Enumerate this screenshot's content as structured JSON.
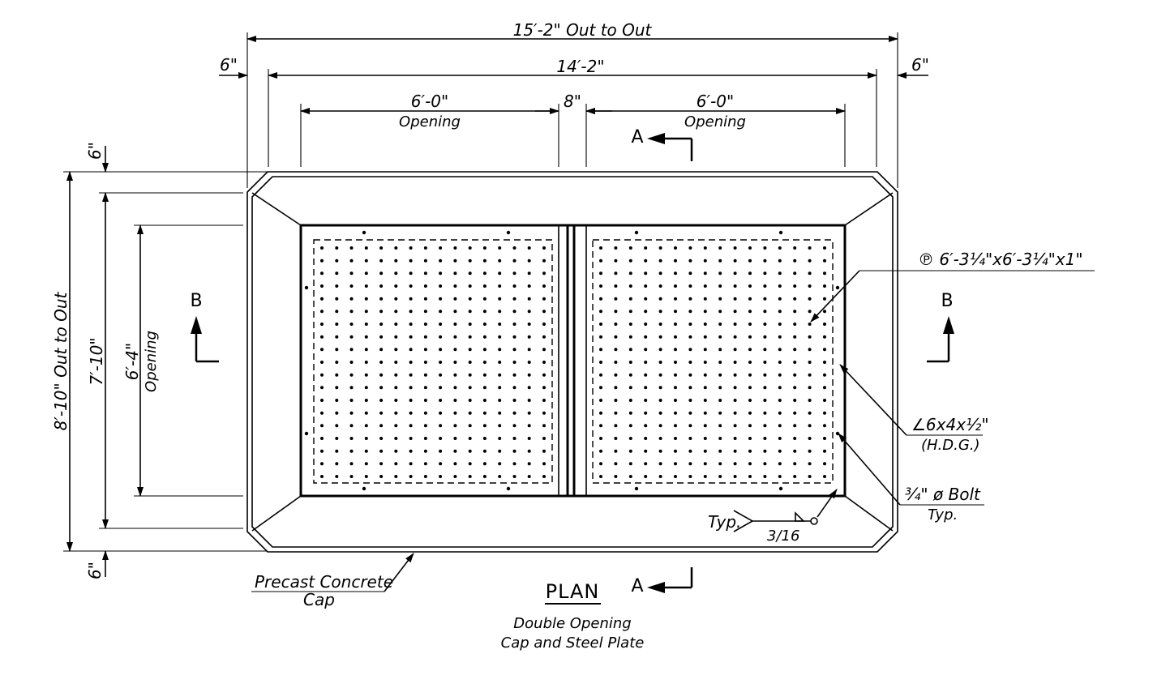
{
  "dimensions": {
    "out_to_out_width": "15′-2\" Out to Out",
    "inner_width": "14′-2\"",
    "left_offset": "6\"",
    "right_offset": "6\"",
    "opening_left_dim": "6′-0\"",
    "opening_left_label": "Opening",
    "divider_width": "8\"",
    "opening_right_dim": "6′-0\"",
    "opening_right_label": "Opening",
    "top_offset": "6\"",
    "bottom_offset": "6\"",
    "out_to_out_height": "8′-10\" Out to Out",
    "inner_height": "7′-10\"",
    "opening_height_dim": "6′-4\"",
    "opening_height_label": "Opening"
  },
  "section_marks": {
    "a": "A",
    "b": "B"
  },
  "callouts": {
    "plate": "℗ 6′-3¼\"x6′-3¼\"x1\"",
    "angle_line1": "∠6x4x½\"",
    "angle_line2": "(H.D.G.)",
    "bolt_line1": "¾\" ø Bolt",
    "bolt_line2": "Typ.",
    "weld_typ": "Typ.",
    "weld_size": "3/16",
    "cap_line1": "Precast Concrete",
    "cap_line2": "Cap"
  },
  "title": {
    "main": "PLAN",
    "sub_line1": "Double Opening",
    "sub_line2": "Cap and Steel Plate"
  }
}
